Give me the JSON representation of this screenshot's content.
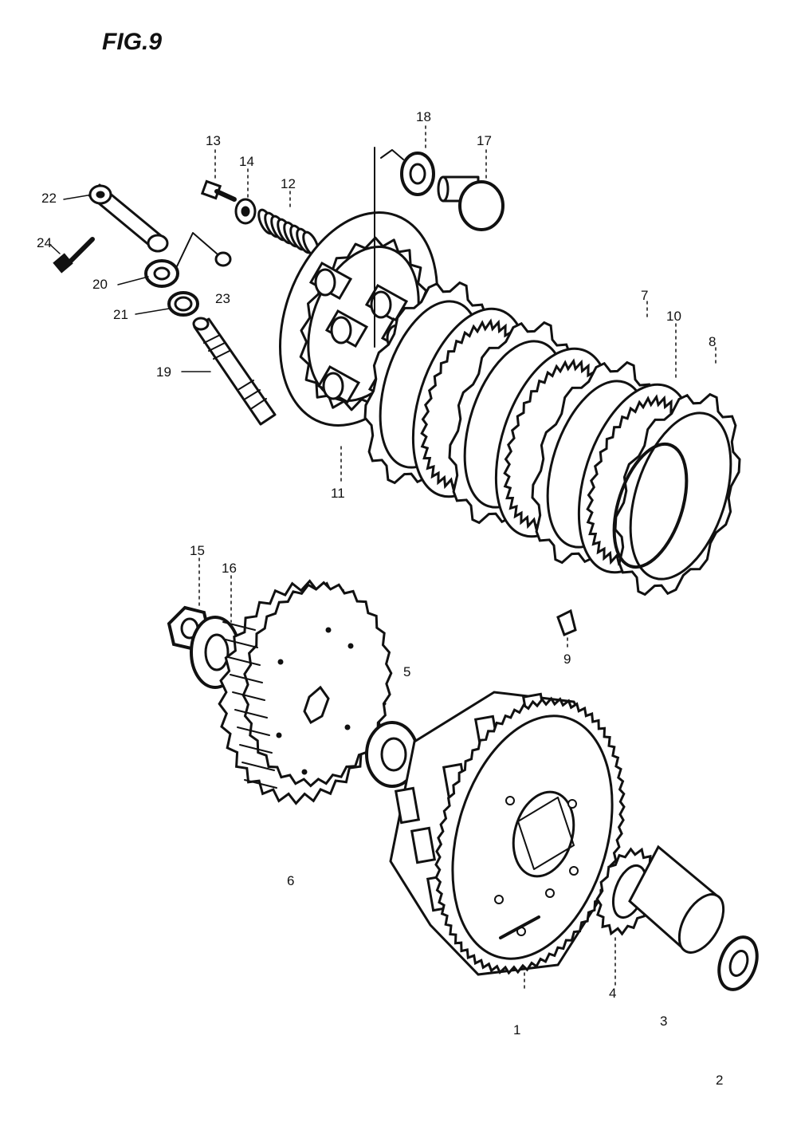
{
  "figure": {
    "title": "FIG.9"
  },
  "callouts": [
    {
      "id": "1",
      "text": "1"
    },
    {
      "id": "2",
      "text": "2"
    },
    {
      "id": "3",
      "text": "3"
    },
    {
      "id": "4",
      "text": "4"
    },
    {
      "id": "5",
      "text": "5"
    },
    {
      "id": "6",
      "text": "6"
    },
    {
      "id": "7",
      "text": "7"
    },
    {
      "id": "8",
      "text": "8"
    },
    {
      "id": "9",
      "text": "9"
    },
    {
      "id": "10",
      "text": "10"
    },
    {
      "id": "11",
      "text": "11"
    },
    {
      "id": "12",
      "text": "12"
    },
    {
      "id": "13",
      "text": "13"
    },
    {
      "id": "14",
      "text": "14"
    },
    {
      "id": "15",
      "text": "15"
    },
    {
      "id": "16",
      "text": "16"
    },
    {
      "id": "17",
      "text": "17"
    },
    {
      "id": "18",
      "text": "18"
    },
    {
      "id": "19",
      "text": "19"
    },
    {
      "id": "20",
      "text": "20"
    },
    {
      "id": "21",
      "text": "21"
    },
    {
      "id": "22",
      "text": "22"
    },
    {
      "id": "23",
      "text": "23"
    },
    {
      "id": "24",
      "text": "24"
    }
  ]
}
